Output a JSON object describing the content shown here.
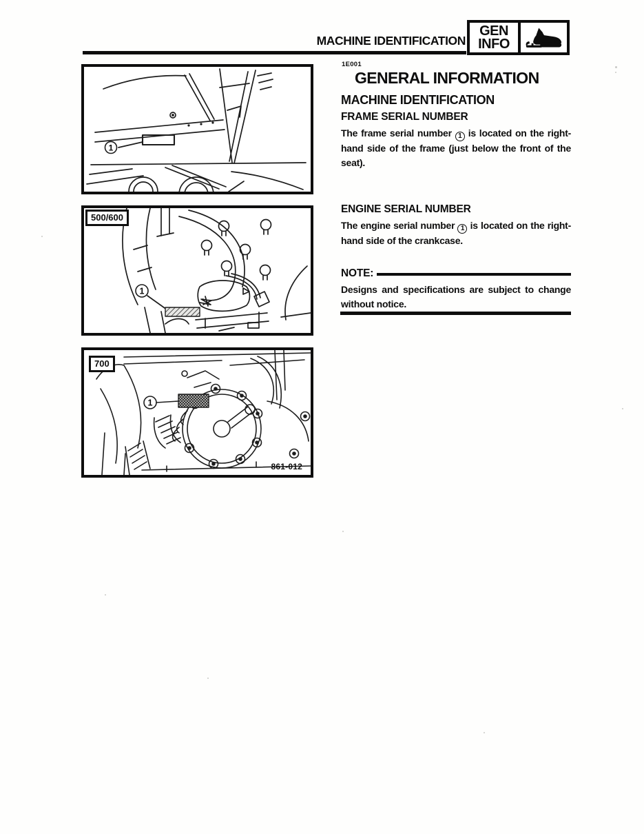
{
  "page": {
    "header": {
      "title": "MACHINE IDENTIFICATION",
      "tab": {
        "line1": "GEN",
        "line2": "INFO",
        "icon": "snowmobile"
      }
    },
    "doc_code": "1E001",
    "content": {
      "h1": "GENERAL INFORMATION",
      "h2": "MACHINE IDENTIFICATION",
      "frame": {
        "heading": "FRAME SERIAL NUMBER",
        "pre": "The frame serial number",
        "marker": "1",
        "post": "is located on the right-hand side of the frame (just below the front of the seat)."
      },
      "engine": {
        "heading": "ENGINE SERIAL NUMBER",
        "pre": "The engine serial number",
        "marker": "1",
        "post": "is located on the right-hand side of the crankcase."
      },
      "note": {
        "label": "NOTE:",
        "body": "Designs and specifications are subject to change without notice."
      }
    },
    "figures": [
      {
        "name": "frame-serial-number-location",
        "marker": "1"
      },
      {
        "name": "engine-serial-number-500-600",
        "label": "500/600",
        "marker": "1"
      },
      {
        "name": "engine-serial-number-700",
        "label": "700",
        "marker": "1",
        "code": "861-012"
      }
    ]
  }
}
